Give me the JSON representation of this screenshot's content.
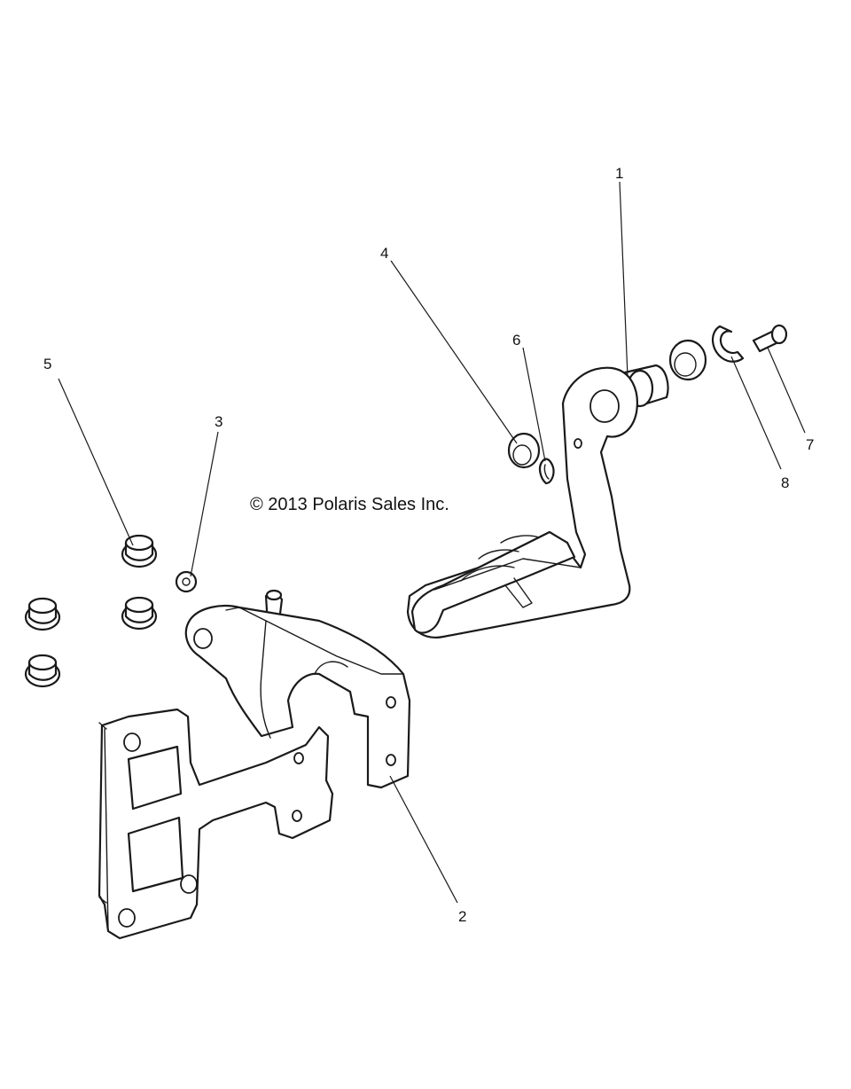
{
  "copyright": "© 2013 Polaris Sales Inc.",
  "callouts": [
    {
      "id": "1",
      "label": "1"
    },
    {
      "id": "2",
      "label": "2"
    },
    {
      "id": "3",
      "label": "3"
    },
    {
      "id": "4",
      "label": "4"
    },
    {
      "id": "5",
      "label": "5"
    },
    {
      "id": "6",
      "label": "6"
    },
    {
      "id": "7",
      "label": "7"
    },
    {
      "id": "8",
      "label": "8"
    }
  ],
  "colors": {
    "line": "#1a1a1a",
    "background": "#ffffff"
  }
}
